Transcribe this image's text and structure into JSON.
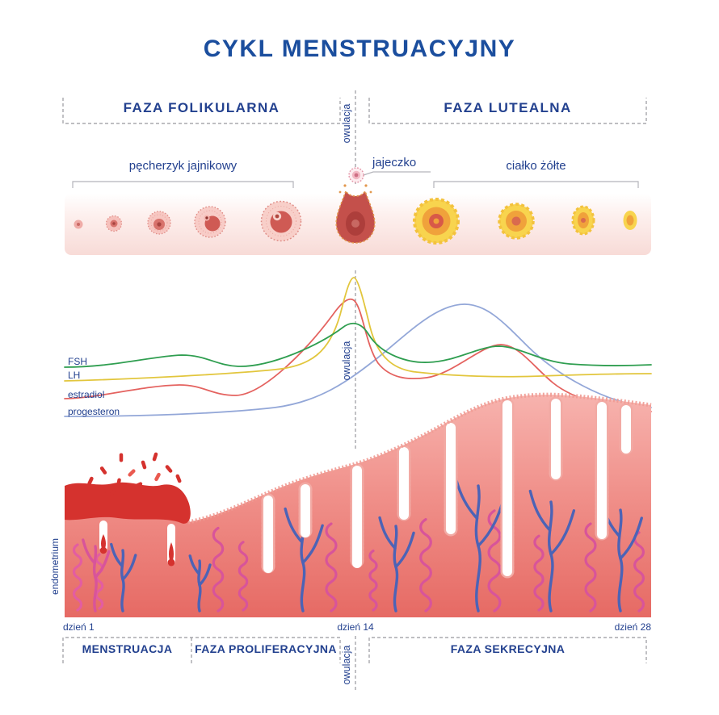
{
  "title": "CYKL MENSTRUACYJNY",
  "top": {
    "follicular": "FAZA FOLIKULARNA",
    "ovulation": "owulacja",
    "luteal": "FAZA LUTEALNA"
  },
  "follicles": {
    "follicle": "pęcherzyk jajnikowy",
    "egg": "jajeczko",
    "corpus": "ciałko żółte"
  },
  "hormones": {
    "ovulation": "owulacja",
    "series": [
      {
        "name": "FSH",
        "color": "#2f9e50"
      },
      {
        "name": "LH",
        "color": "#e2c63d"
      },
      {
        "name": "estradiol",
        "color": "#e4625f"
      },
      {
        "name": "progesteron",
        "color": "#93a7d8"
      }
    ]
  },
  "endometrium": {
    "label": "endometrium"
  },
  "axis": {
    "day1": "dzień 1",
    "day14": "dzień 14",
    "day28": "dzień 28"
  },
  "bottom": {
    "menstruation": "MENSTRUACJA",
    "proliferative": "FAZA PROLIFERACYJNA",
    "secretory": "FAZA SEKRECYJNA",
    "ovulation": "owulacja"
  },
  "colors": {
    "title": "#1b4e9e",
    "labels": "#23418f",
    "guides": "#98989e",
    "fsh": "#2f9e50",
    "lh": "#e2c63d",
    "estradiol": "#e4625f",
    "progesteron": "#93a7d8",
    "endometrium_top": "#f7b3ae",
    "endometrium_bottom": "#e66a64",
    "blood": "#d5322e",
    "corpus_luteum": "#f8d44e",
    "vessel_blue": "#4c63b6",
    "vessel_pink": "#d8549a"
  }
}
